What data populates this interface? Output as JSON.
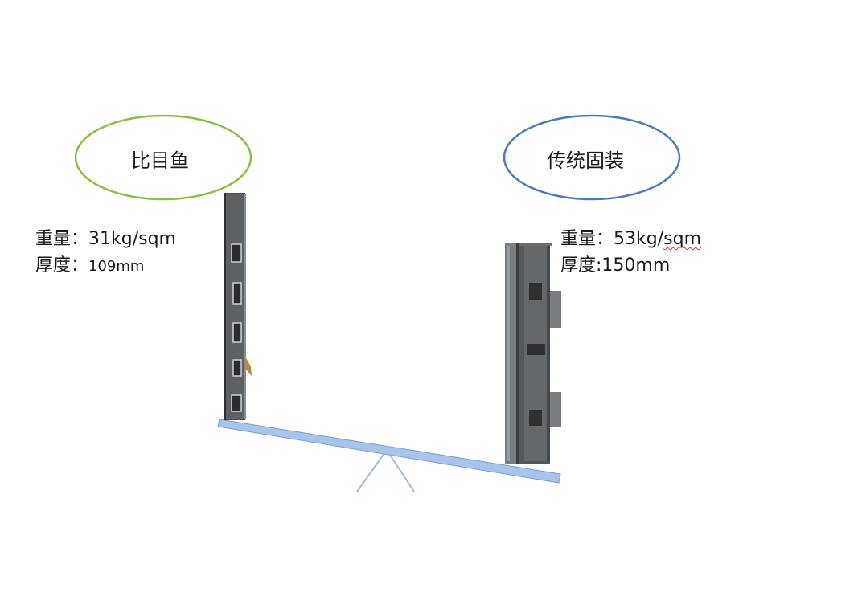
{
  "left": {
    "label": "比目鱼",
    "ellipse_color": "#8dbf45",
    "weight_label": "重量：",
    "weight_value": "31kg/sqm",
    "thickness_label": "厚度：",
    "thickness_value": "109mm"
  },
  "right": {
    "label": "传统固装",
    "ellipse_color": "#4a7cc0",
    "weight_label": "重量：",
    "weight_value_num": "53kg/",
    "weight_value_unit": "sqm",
    "thickness_label": "厚度:",
    "thickness_value": "150mm"
  },
  "seesaw": {
    "color": "#9cbbe6",
    "outline": "#7a9ed6"
  }
}
